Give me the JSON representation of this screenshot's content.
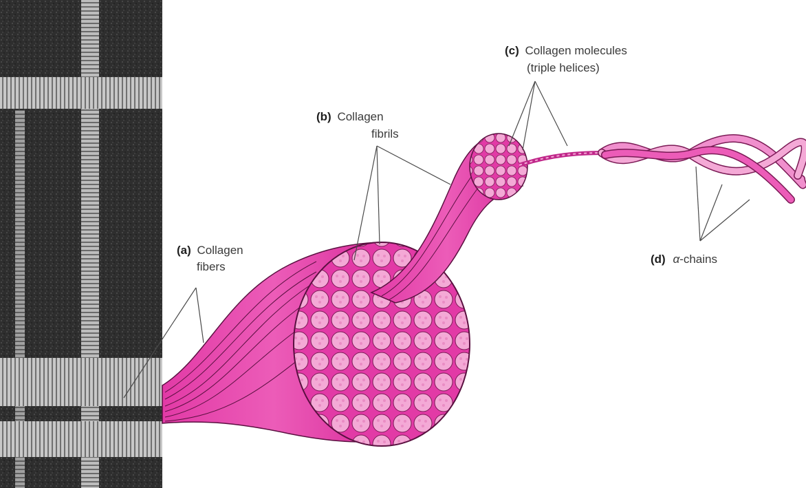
{
  "labels": {
    "a": {
      "letter": "(a)",
      "line1": "Collagen",
      "line2": "fibers"
    },
    "b": {
      "letter": "(b)",
      "line1": "Collagen",
      "line2": "fibrils"
    },
    "c": {
      "letter": "(c)",
      "line1": "Collagen molecules",
      "line2": "(triple helices)"
    },
    "d": {
      "letter": "(d)",
      "greek": "α",
      "rest": "-chains"
    }
  },
  "colors": {
    "fibril_fill": "#e23aa6",
    "fibril_light": "#f4a9d6",
    "fibril_line": "#5a1040",
    "micrograph_dark": "#2b2b2b",
    "micrograph_light": "#cfcfcf"
  }
}
